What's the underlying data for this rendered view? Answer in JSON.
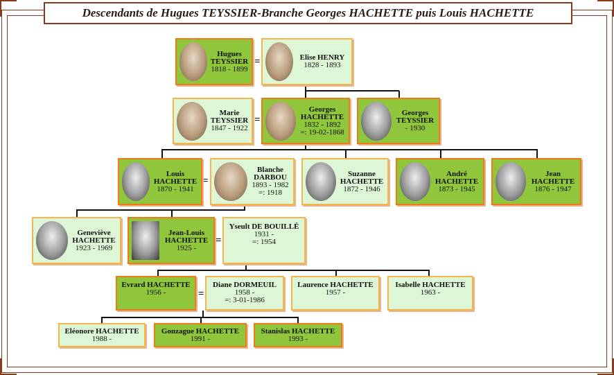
{
  "title": "Descendants de Hugues TEYSSIER-Branche Georges HACHETTE puis Louis HACHETTE",
  "marriage_symbol": "=",
  "people": {
    "hugues": {
      "first": "Hugues",
      "last": "TEYSSIER",
      "dates": "1818 - 1899"
    },
    "elise": {
      "first": "Elise HENRY",
      "last": "",
      "dates": "1828 - 1893"
    },
    "marie": {
      "first": "Marie",
      "last": "TEYSSIER",
      "dates": "1847 - 1922"
    },
    "georges_h": {
      "first": "Georges",
      "last": "HACHETTE",
      "dates": "1832 - 1892",
      "marriage": "=: 19-02-1868"
    },
    "georges_t": {
      "first": "Georges",
      "last": "TEYSSIER",
      "dates": "- 1930"
    },
    "louis": {
      "first": "Louis",
      "last": "HACHETTE",
      "dates": "1870 - 1941"
    },
    "blanche": {
      "first": "Blanche",
      "last": "DARBOU",
      "dates": "1893 - 1982",
      "marriage": "=: 1918"
    },
    "suzanne": {
      "first": "Suzanne",
      "last": "HACHETTE",
      "dates": "1872 - 1946"
    },
    "andre": {
      "first": "André",
      "last": "HACHETTE",
      "dates": "1873 - 1945"
    },
    "jean": {
      "first": "Jean",
      "last": "HACHETTE",
      "dates": "1876 - 1947"
    },
    "genevieve": {
      "first": "Geneviève",
      "last": "HACHETTE",
      "dates": "1923 - 1969"
    },
    "jean_louis": {
      "first": "Jean-Louis",
      "last": "HACHETTE",
      "dates": "1925 -"
    },
    "yseult": {
      "first": "Yseult DE BOUILLÉ",
      "dates": "1931 -",
      "marriage": "=: 1954"
    },
    "evrard": {
      "first": "Evrard HACHETTE",
      "dates": "1956 -"
    },
    "diane": {
      "first": "Diane DORMEUIL",
      "dates": "1958 -",
      "marriage": "=: 3-01-1986"
    },
    "laurence": {
      "first": "Laurence HACHETTE",
      "dates": "1957 -"
    },
    "isabelle": {
      "first": "Isabelle HACHETTE",
      "dates": "1963 -"
    },
    "eleonore": {
      "first": "Eléonore HACHETTE",
      "dates": "1988 -"
    },
    "gonzague": {
      "first": "Gonzague HACHETTE",
      "dates": "1991 -"
    },
    "stanislas": {
      "first": "Stanislas HACHETTE",
      "dates": "1993 -"
    }
  },
  "colors": {
    "card_green": "#8fc63c",
    "card_light": "#ddf7d6",
    "card_border": "#f07a1a",
    "frame": "#8a3a1c"
  }
}
